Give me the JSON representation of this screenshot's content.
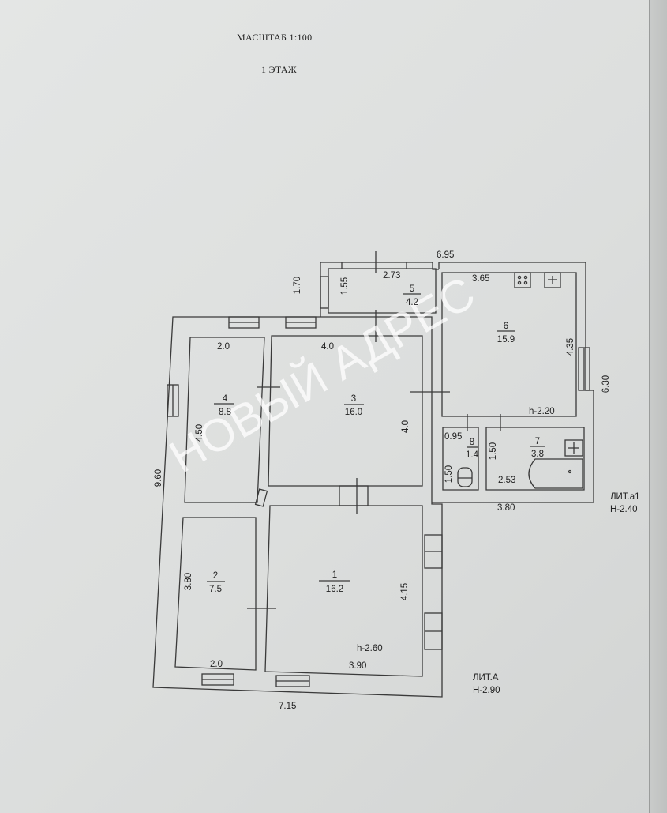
{
  "header": {
    "scale": "МАСШТАБ 1:100",
    "floor": "1 ЭТАЖ"
  },
  "watermark": "НОВЫЙ АДРЕС",
  "rooms": [
    {
      "id": "room-1",
      "number": "1",
      "area": "16.2"
    },
    {
      "id": "room-2",
      "number": "2",
      "area": "7.5"
    },
    {
      "id": "room-3",
      "number": "3",
      "area": "16.0"
    },
    {
      "id": "room-4",
      "number": "4",
      "area": "8.8"
    },
    {
      "id": "room-5",
      "number": "5",
      "area": "4.2"
    },
    {
      "id": "room-6",
      "number": "6",
      "area": "15.9"
    },
    {
      "id": "room-7",
      "number": "7",
      "area": "3.8"
    },
    {
      "id": "room-8",
      "number": "8",
      "area": "1.4"
    }
  ],
  "dimensions": {
    "top_overall": "6.95",
    "room5_width": "2.73",
    "room5_height": "1.55",
    "vestibule_height": "1.70",
    "room6_width": "3.65",
    "room6_height": "4.35",
    "right_overall": "6.30",
    "room4_width": "2.0",
    "room3_width": "4.0",
    "room3_height": "4.0",
    "room4_height": "4.50",
    "left_overall": "9.60",
    "room2_height": "3.80",
    "room2_width": "2.0",
    "room1_width": "3.90",
    "room1_height": "4.15",
    "bottom_overall": "7.15",
    "room8_width": "0.95",
    "room8_height": "1.50",
    "room7_height": "1.50",
    "room7_width": "2.53",
    "annex_width": "3.80",
    "room8_side": "1.50"
  },
  "heights": {
    "main_room": "h-2.60",
    "annex_room": "h-2.20"
  },
  "lit_a": {
    "label": "ЛИТ.А",
    "height": "H-2.90"
  },
  "lit_a1": {
    "label": "ЛИТ.а1",
    "height": "H-2.40"
  },
  "colors": {
    "wall": "#3a3a3a",
    "paper": "#e0e2e1",
    "watermark": "#ffffff"
  }
}
